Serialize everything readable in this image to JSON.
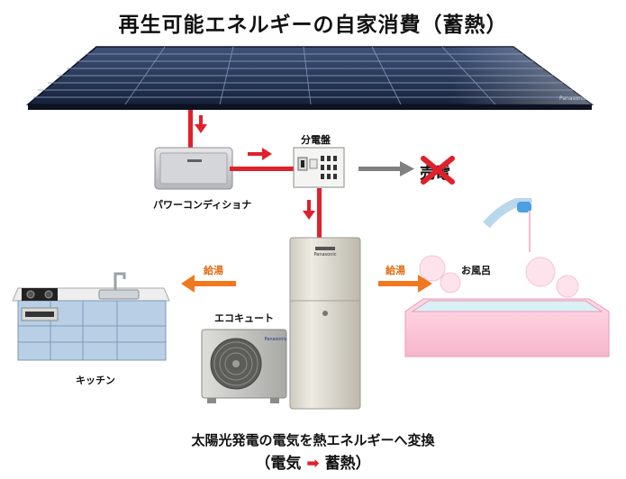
{
  "title": "再生可能エネルギーの自家消費（蓄熱）",
  "labels": {
    "power_conditioner": "パワーコンディショナ",
    "distribution_board": "分電盤",
    "sell_power": "売電",
    "hot_water_left": "給湯",
    "hot_water_right": "給湯",
    "kitchen": "キッチン",
    "bath": "お風呂",
    "ecocute": "エコキュート"
  },
  "brand": {
    "panel": "Panasonic",
    "tank": "Panasonic",
    "heat_pump": "Panasonic"
  },
  "caption": {
    "line1": "太陽光発電の電気を熱エネルギーへ変換",
    "open": "（",
    "from": "電気",
    "arrow": "➡",
    "to": "蓄熱",
    "close": "）"
  },
  "colors": {
    "power_arrow": "#e0202a",
    "sell_arrow": "#808080",
    "hot_water_arrow": "#f07820",
    "cross": "#e0202a",
    "solar_panel": "#1e2f4e"
  }
}
